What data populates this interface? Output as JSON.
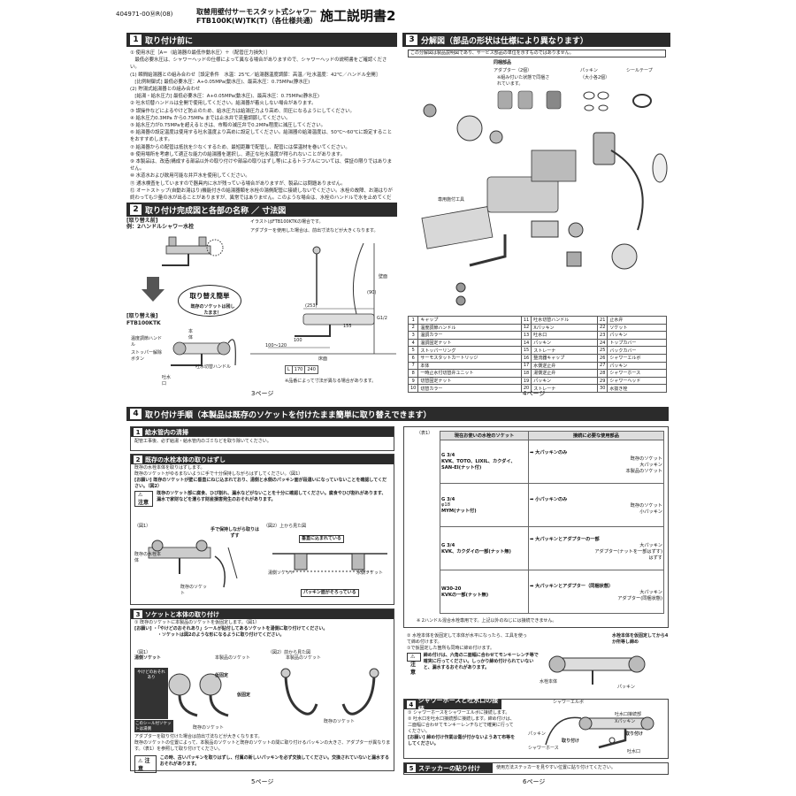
{
  "header": {
    "code": "404971-00ⓂR(08)",
    "product_line1": "取替用壁付サーモスタット式シャワー",
    "product_line2": "FTB100K(W)TK(T)（各仕様共通）",
    "doc_title": "施工説明書2"
  },
  "section1": {
    "num": "1",
    "title": "取り付け前に",
    "lines": [
      "① 使用水圧［A＝（給湯器の最低作動水圧）＋（配管圧力損失）］",
      "　最低必要水圧は、シャワーヘッドの仕様によって異なる場合がありますので、シャワーヘッドの説明書をご確認ください。",
      "(1) 瞬間給湯器との組み合わせ［設定条件　水温：25℃／給湯器温度調節：高温／吐水温度：42℃／ハンドル全開］",
      "　[比例制御式] 最低必要水圧：A+0.05MPa(動水圧)、最高水圧：0.75MPa(静水圧)",
      "(2) 貯湯式給湯器との組み合わせ",
      "　[給湯・給水圧力] 最低必要水圧：A+0.05MPa(動水圧)、最高水圧：0.75MPa(静水圧)",
      "② 吐水切替ハンドルは全開で使用してください。給湯器が着火しない場合があります。",
      "③ 誤操作などによるやけど防止のため、給水圧力は給湯圧力より高め、同圧になるようにしてください。",
      "④ 給水圧力0.3MPa から0.75MPa までは止水弁で流量調節してください。",
      "⑤ 給水圧力が0.75MPaを超えるときは、市販の減圧弁で0.2MPa程度に減圧してください。",
      "⑥ 給湯器の設定温度は使用する吐水温度より高めに設定してください。給湯器の給湯温度は、50℃〜60℃に設定することをおすすめします。",
      "⑦ 給湯器からの配管は抵抗を少なくするため、最短距離で配管し、配管には保温材を巻いてください。",
      "⑧ 使用場所を考慮して適正な能力の給湯器を選択し、適正な吐水温度が得られないことがあります。",
      "⑨ 本製品は、改造(構成する部品以外の取り付けや部品の取りはずし等)によるトラブルについては、保証の限りではありません。",
      "⑩ 水道水および飲用可能な井戸水を使用してください。",
      "⑪ 通水検査をしていますので器具内に水が残っている場合がありますが、製品には問題ありません。",
      "⑫ オートストップ(自動お湯はり)機能付きの給湯器類を水栓の湯側配管に接続しないでください。水栓の故障、お湯はりが終わっても少量の水が出ることがありますが、異常ではありません。このような場合は、水栓のハンドルで水を止めてください。"
    ]
  },
  "section2": {
    "num": "2",
    "title": "取り付け完成図と各部の名称 ／ 寸法図",
    "replace_before_label": "[取り替え前]",
    "replace_before_example": "例：2ハンドルシャワー水栓",
    "easy_label": "取り替え簡単",
    "easy_note": "既存のソケットは残したまま！",
    "replace_after_label": "[取り替え後]",
    "replace_after_model": "FTB100KTK",
    "part_labels": [
      "本体",
      "温度調節ハンドル",
      "ストッパー解除ボタン",
      "吐水口",
      "吐水切替ハンドル"
    ],
    "illust_note": "イラストはFTB100KTKの場合です。",
    "adapter_note": "アダプターを使用した場合は、前出寸法などが大きくなります。",
    "dims": [
      "(253)",
      "100",
      "100〜120",
      "(90)",
      "G1/2",
      "壁面",
      "床面",
      "155"
    ],
    "dim_table_head": "L",
    "dim_table_vals": [
      "170",
      "240"
    ],
    "dim_note": "※品番によって寸法が異なる場合があります。",
    "page": "3ページ"
  },
  "section3": {
    "num": "3",
    "title": "分解図（部品の形状は仕様により異なります）",
    "note": "この分解図は製品説明図であり、サービス部品の単位を示すものではありません。",
    "bundle_title": "同梱部品",
    "bundle_items": [
      "アダプター（2個）",
      "※組み付いた状態で同梱されています。",
      "パッキン",
      "（大小各2個）",
      "シールテープ"
    ],
    "special_tool": "専用施付工具",
    "parts": [
      [
        "1",
        "キャップ",
        "11",
        "吐水切替ハンドル",
        "21",
        "止水弁"
      ],
      [
        "2",
        "温度調節ハンドル",
        "12",
        "Xパッキン",
        "22",
        "ソケット"
      ],
      [
        "3",
        "温調カラー",
        "13",
        "吐水口",
        "23",
        "パッキン"
      ],
      [
        "4",
        "温調固定ナット",
        "14",
        "パッキン",
        "24",
        "トップカバー"
      ],
      [
        "5",
        "ストッパーリング",
        "15",
        "ストレーナ",
        "25",
        "バックカバー"
      ],
      [
        "6",
        "サーモスタットカートリッジ",
        "16",
        "整流器キャップ",
        "26",
        "シャワーエルボ"
      ],
      [
        "7",
        "本体",
        "17",
        "水側逆止弁",
        "27",
        "パッキン"
      ],
      [
        "8",
        "一時止水付切替弁ユニット",
        "18",
        "湯側逆止弁",
        "28",
        "シャワーホース"
      ],
      [
        "9",
        "切替固定ナット",
        "19",
        "パッキン",
        "29",
        "シャワーヘッド"
      ],
      [
        "10",
        "切替カラー",
        "20",
        "ストレーナ",
        "30",
        "水抜き栓"
      ]
    ],
    "page": "4ページ"
  },
  "section4": {
    "num": "4",
    "title": "取り付け手順（本製品は既存のソケットを付けたまま簡単に取り替えできます）",
    "step1": {
      "num": "1",
      "title": "給水管内の清掃",
      "text": "配管工事後、必ず給湯・給水管内のゴミなどを取り除いてください。"
    },
    "step2": {
      "num": "2",
      "title": "既存の水栓本体の取りはずし",
      "text1": "既存の水栓本体を取りはずします。",
      "text2": "既存のソケットがゆるまないように手で十分保持しながらはずしてください。（図1）",
      "warn": "[お願い] 既存のソケットが壁に垂直にねじ込まれており、湯側と水側のパッキン面が段違いになっていないことを確認してください。（図2）",
      "caution_label": "注意",
      "caution_text": "既存のソケット部に腐食、ひび割れ、漏水などがないことを十分に確認してください。腐食やひび割れがあります、漏水で家財などを濡らす財産損害発生のおそれがあります。",
      "fig1": "（図1）",
      "fig2": "（図2）上から見た図",
      "hand_note": "手で保持しながら取りはずす",
      "vertical_note": "垂直に込まれている",
      "packing_note": "パッキン面がそろっている",
      "existing_body": "既存の水栓本体",
      "existing_socket": "既存のソケット",
      "hot_socket": "湯側ソケット",
      "cold_socket": "水側ソケット"
    },
    "step3": {
      "num": "3",
      "title": "ソケットと本体の取り付け",
      "text1": "① 既存のソケットに本製品のソケットを仮固定します。（図1）",
      "warn": "[お願い] ・「やけどのおそれあり」シールが貼付してあるソケットを湯側に取り付けてください。",
      "warn2": "・ソケットは図2のような形になるように取り付けてください。",
      "fig1": "（図1）",
      "fig2": "（図2）前から見た図",
      "labels": [
        "湯側ソケット",
        "本製品のソケット",
        "仮固定",
        "仮固定",
        "既存のソケット",
        "このシール付ソケットは湯側",
        "やけどのおそれあり"
      ],
      "adapter_text1": "アダプターを取り付けた場合は前出寸法などが大きくなります。",
      "adapter_text2": "既存のソケットの位置によって、本製品のソケットと既存のソケットの間に取り付けるパッキンの大きさ、アダプターが異なります。（表1）を参照して取り付けてください。",
      "caution_label": "注意",
      "caution_text": "この時、古いパッキンを取りはずし、付属の新しいパッキンを必ず交換してください。交換されていないと漏水するおそれがあります。",
      "page": "5ページ"
    },
    "table1": {
      "label": "（表1）",
      "col1": "現在お使いの水栓のソケット",
      "col2": "接続に必要な使用部品",
      "rows": [
        {
          "socket": "G 3/4",
          "makers": "KVK、TOTO、LIXIL、カクダイ、SAN-EI(ナット付)",
          "parts": "大パッキンのみ",
          "notes": [
            "既存のソケット",
            "大パッキン",
            "本製品のソケット"
          ]
        },
        {
          "socket": "G 3/4",
          "makers": "MYM(ナット付)",
          "dia": "φ18",
          "parts": "小パッキンのみ",
          "notes": [
            "既存のソケット",
            "小パッキン"
          ]
        },
        {
          "socket": "G 3/4",
          "makers": "KVK、カクダイの一部(ナット無)",
          "parts": "大パッキンとアダプターの一部",
          "notes": [
            "大パッキン",
            "アダプター(ナットを一部はずす)",
            "はずす"
          ]
        },
        {
          "socket": "W30-20",
          "makers": "KVKの一部(ナット無)",
          "parts": "大パッキンとアダプター（同梱状態）",
          "notes": [
            "大パッキン",
            "アダプター(同梱状態)"
          ]
        }
      ],
      "footnote": "※ 2ハンドル混合水栓専用です。上記以外のねじには接続できません。"
    },
    "step3_2": {
      "text1": "② 水栓本体を仮固定して本体が水平になったら、工具を使って締め付けます。",
      "text2": "①で仮固定した箇所も同時に締め付けます。",
      "caution_label": "注意",
      "caution_text": "締め付けは、六角の二面幅に合わせてモンキーレンチ等で確実に行ってください。しっかり締め付けられていないと、漏水するおそれがあります。",
      "labels": [
        "水栓本体を仮固定してから4か所等し締め",
        "パッキン",
        "水栓本体"
      ]
    },
    "step4": {
      "num": "4",
      "title": "シャワーホースと吐水口の接続",
      "text1": "① シャワーホースをシャワーエルボに接続します。",
      "text2": "② 吐水口を吐水口接続部に接続します。締め付けは、二面幅に合わせてモンキーレンチなどで確実に行ってください。",
      "warn": "[お願い] 締め付け作業は傷が付かないようあて布等をしてください。",
      "labels": [
        "シャワーエルボ",
        "吐水口接続部",
        "Xパッキン",
        "パッキン",
        "シャワーホース",
        "取り付け",
        "取り付け",
        "吐水口"
      ]
    },
    "step5": {
      "num": "5",
      "title": "ステッカーの貼り付け",
      "text": "使用方法ステッカーを見やすい位置に貼り付けてください。"
    },
    "page": "6ページ"
  }
}
